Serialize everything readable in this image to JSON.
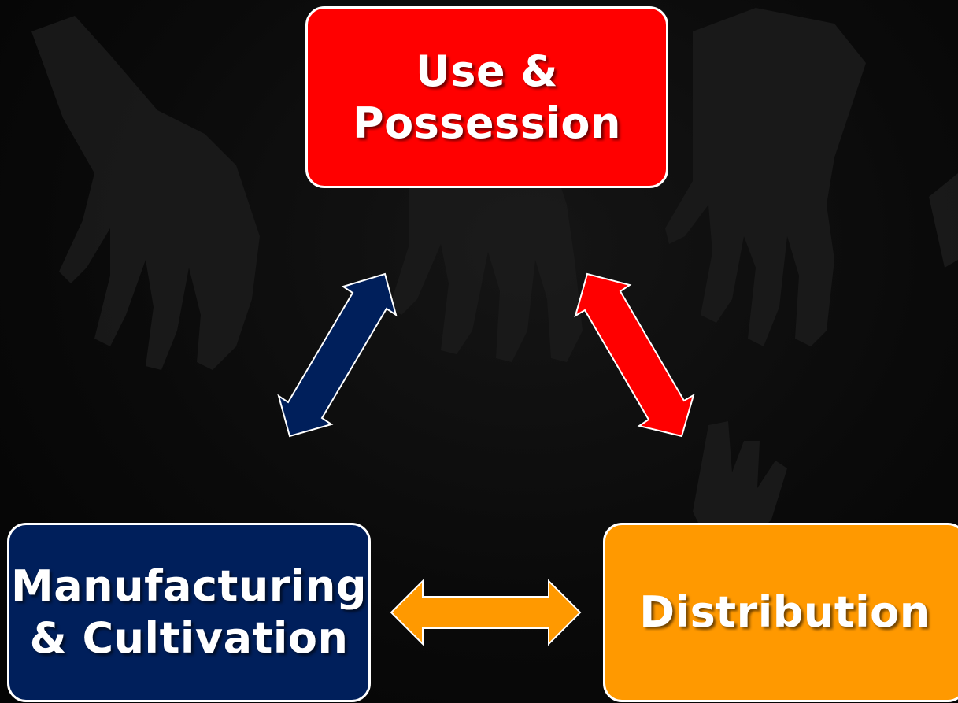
{
  "nodes": {
    "top": {
      "line1": "Use &",
      "line2": "Possession",
      "color": "#ff0000"
    },
    "left": {
      "line1": "Manufacturing",
      "line2": "& Cultivation",
      "color": "#001f5b"
    },
    "right": {
      "line1": "Distribution",
      "color": "#ff9900"
    }
  },
  "arrows": {
    "left_to_top": {
      "color": "#001f5b"
    },
    "top_to_right": {
      "color": "#ff0000"
    },
    "left_to_right": {
      "color": "#ff9900"
    }
  }
}
